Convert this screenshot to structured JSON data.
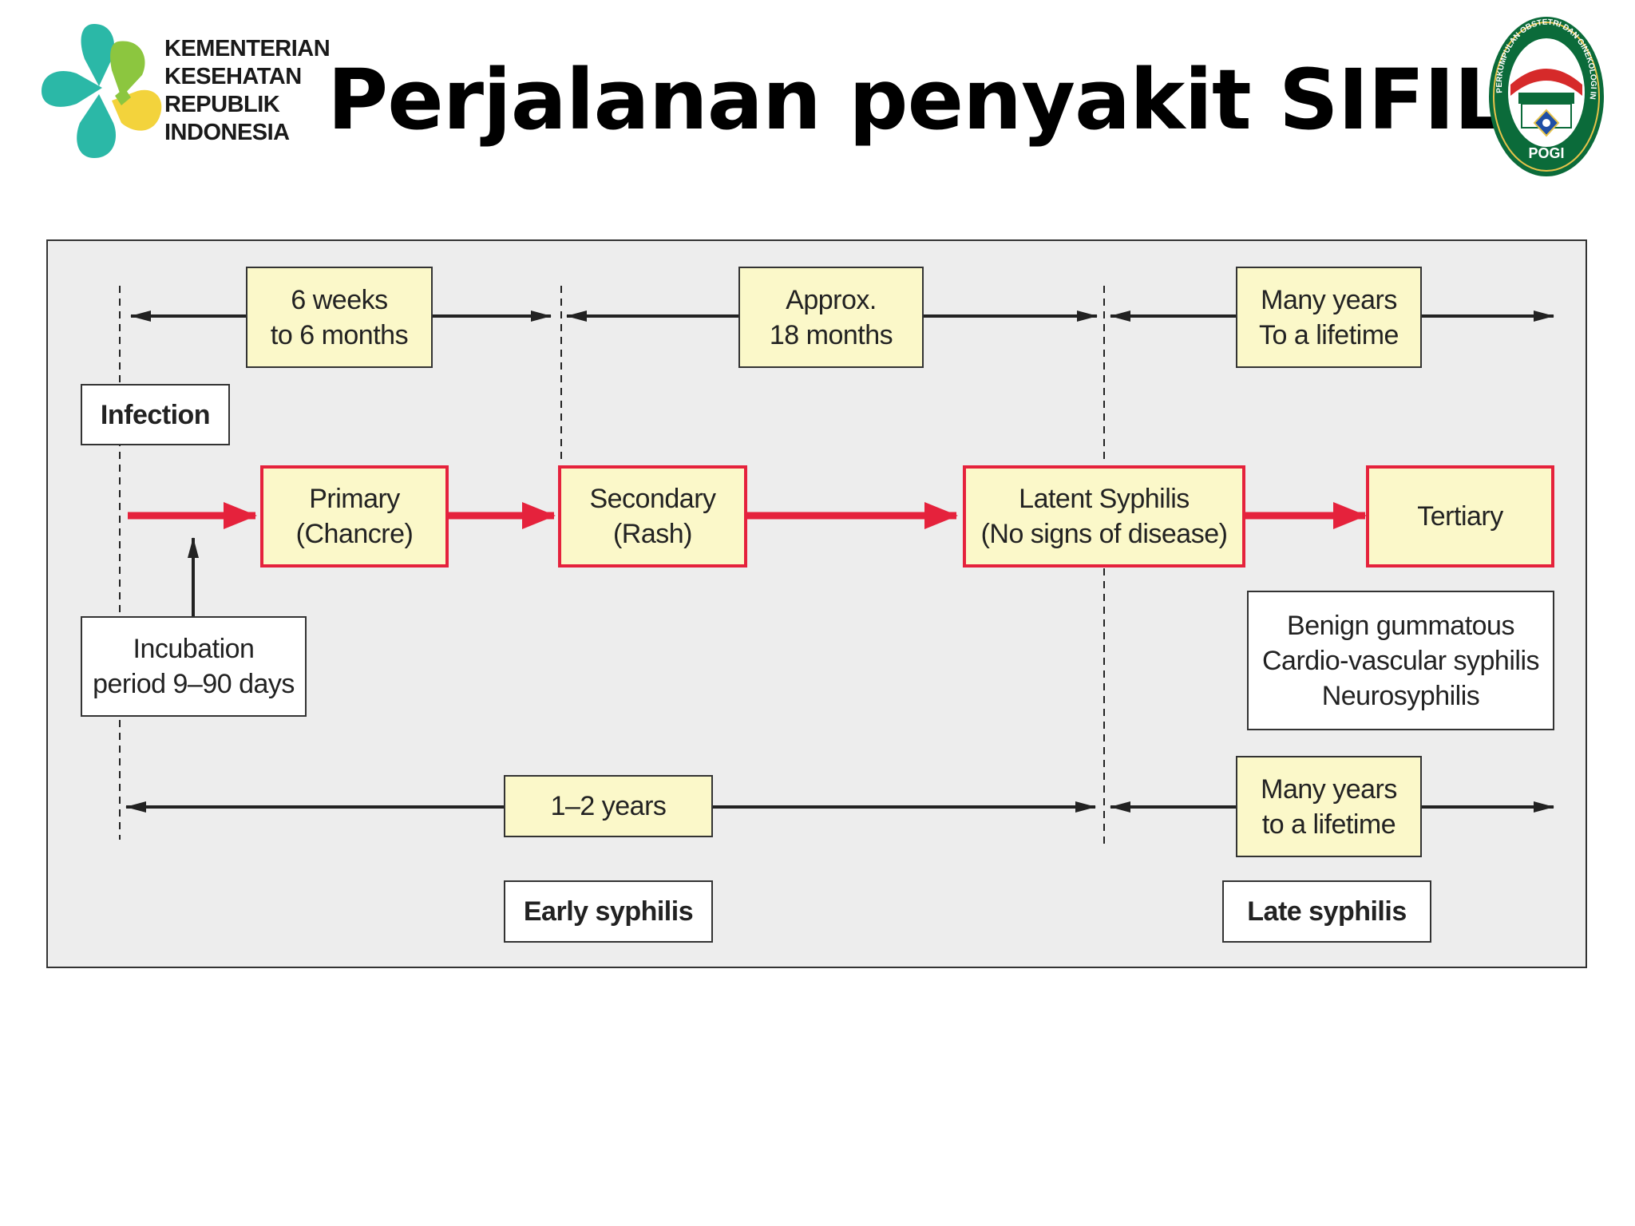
{
  "header": {
    "title": "Perjalanan penyakit SIFILIS",
    "logo_left": {
      "lines": [
        "KEMENTERIAN",
        "KESEHATAN",
        "REPUBLIK",
        "INDONESIA"
      ],
      "colors": {
        "teal": "#2bb8a7",
        "green": "#8cc63f",
        "yellow": "#f3d33c"
      }
    },
    "logo_right": {
      "text": "PERKUMPULAN OBSTETRI DAN GINEKOLOGI INDONESIA",
      "abbr": "POGI",
      "colors": {
        "green": "#0b6b3a",
        "red": "#d62a2a",
        "gold": "#e6c34a"
      }
    }
  },
  "diagram": {
    "colors": {
      "arrow_red": "#e5223c",
      "box_fill": "#fbf8c9",
      "panel_bg": "#ededed"
    },
    "top_durations": [
      {
        "line1": "6 weeks",
        "line2": "to 6 months"
      },
      {
        "line1": "Approx.",
        "line2": "18 months"
      },
      {
        "line1": "Many years",
        "line2": "To a lifetime"
      }
    ],
    "infection": "Infection",
    "incubation": {
      "line1": "Incubation",
      "line2": "period 9–90 days"
    },
    "stages": [
      {
        "line1": "Primary",
        "line2": "(Chancre)"
      },
      {
        "line1": "Secondary",
        "line2": "(Rash)"
      },
      {
        "line1": "Latent Syphilis",
        "line2": "(No signs of disease)"
      },
      {
        "line1": "Tertiary",
        "line2": ""
      }
    ],
    "tertiary_forms": [
      "Benign gummatous",
      "Cardio-vascular syphilis",
      "Neurosyphilis"
    ],
    "bottom_durations": [
      {
        "line1": "1–2 years",
        "line2": ""
      },
      {
        "line1": "Many years",
        "line2": "to a lifetime"
      }
    ],
    "phases": [
      "Early syphilis",
      "Late syphilis"
    ]
  }
}
